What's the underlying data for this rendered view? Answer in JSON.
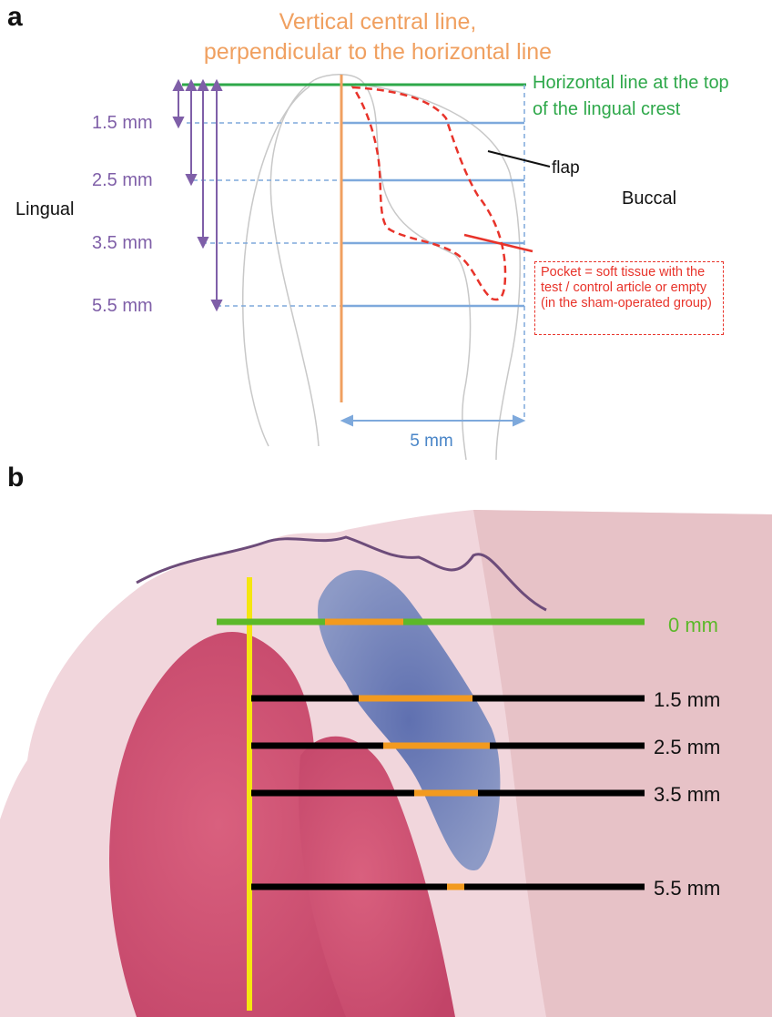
{
  "panel_a": {
    "label": "a",
    "vertical_line_label": [
      "Vertical central line,",
      "perpendicular to the horizontal line"
    ],
    "horizontal_line_label": [
      "Horizontal line at the top",
      "of the lingual crest"
    ],
    "flap_label": "flap",
    "lingual_label": "Lingual",
    "buccal_label": "Buccal",
    "pocket_label": "Pocket = soft tissue with the test / control article or empty (in the sham-operated group)",
    "depths": [
      "1.5 mm",
      "2.5 mm",
      "3.5 mm",
      "5.5 mm"
    ],
    "width_label": "5 mm",
    "colors": {
      "vertical": "#f0a060",
      "horizontal": "#2ea84a",
      "depth_lines": "#7ea9dc",
      "arrows": "#7f5fa8",
      "pocket": "#e8332a"
    }
  },
  "panel_b": {
    "label": "b",
    "levels": [
      "0 mm",
      "1.5 mm",
      "2.5 mm",
      "3.5 mm",
      "5.5 mm"
    ],
    "colors": {
      "zero_line": "#5cb82a",
      "depth_lines": "#000000",
      "segments": "#f29a1f",
      "vertical": "#f5e610"
    }
  }
}
